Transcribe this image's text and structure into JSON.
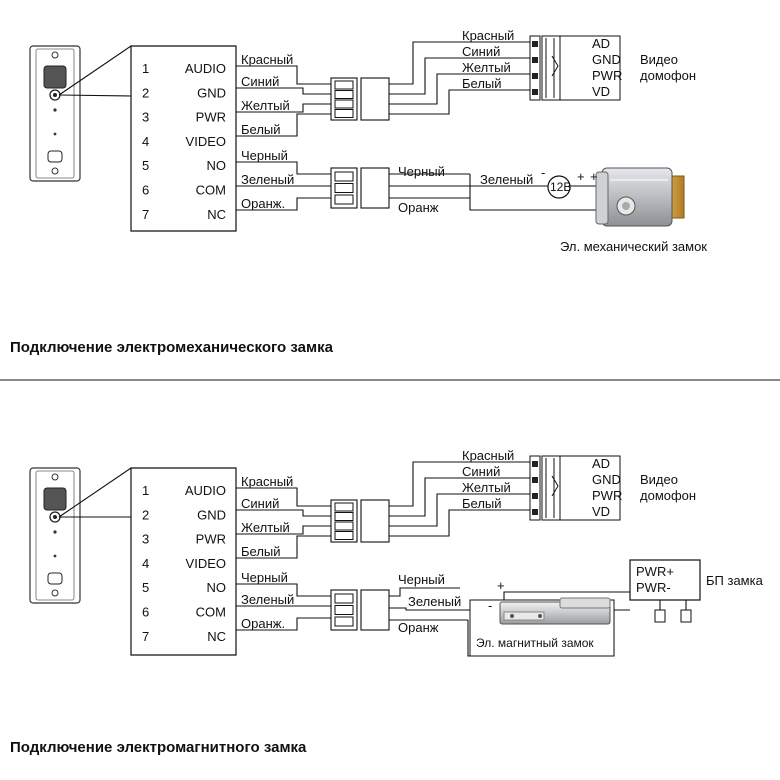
{
  "section1": {
    "title": "Подключение электромеханического замка",
    "terminals": [
      {
        "num": "1",
        "name": "AUDIO",
        "wire": "Красный"
      },
      {
        "num": "2",
        "name": "GND",
        "wire": "Синий"
      },
      {
        "num": "3",
        "name": "PWR",
        "wire": "Желтый"
      },
      {
        "num": "4",
        "name": "VIDEO",
        "wire": "Белый"
      },
      {
        "num": "5",
        "name": "NO",
        "wire": "Черный"
      },
      {
        "num": "6",
        "name": "COM",
        "wire": "Зеленый"
      },
      {
        "num": "7",
        "name": "NC",
        "wire": "Оранж."
      }
    ],
    "monitor_wires": [
      "Красный",
      "Синий",
      "Желтый",
      "Белый"
    ],
    "monitor_pins": [
      "AD",
      "GND",
      "PWR",
      "VD"
    ],
    "monitor_label_1": "Видео",
    "monitor_label_2": "домофон",
    "lock_wire_black": "Черный",
    "lock_wire_green": "Зеленый",
    "lock_wire_orange": "Оранж",
    "voltage": "12B",
    "plus": "+",
    "minus": "-",
    "lock_label": "Эл. механический замок"
  },
  "section2": {
    "title": "Подключение электромагнитного замка",
    "terminals": [
      {
        "num": "1",
        "name": "AUDIO",
        "wire": "Красный"
      },
      {
        "num": "2",
        "name": "GND",
        "wire": "Синий"
      },
      {
        "num": "3",
        "name": "PWR",
        "wire": "Желтый"
      },
      {
        "num": "4",
        "name": "VIDEO",
        "wire": "Белый"
      },
      {
        "num": "5",
        "name": "NO",
        "wire": "Черный"
      },
      {
        "num": "6",
        "name": "COM",
        "wire": "Зеленый"
      },
      {
        "num": "7",
        "name": "NC",
        "wire": "Оранж."
      }
    ],
    "monitor_wires": [
      "Красный",
      "Синий",
      "Желтый",
      "Белый"
    ],
    "monitor_pins": [
      "AD",
      "GND",
      "PWR",
      "VD"
    ],
    "monitor_label_1": "Видео",
    "monitor_label_2": "домофон",
    "lock_wire_black": "Черный",
    "lock_wire_green": "Зеленый",
    "lock_wire_orange": "Оранж",
    "plus": "+",
    "minus": "-",
    "lock_label": "Эл. магнитный замок",
    "psu_pwr_plus": "PWR+",
    "psu_pwr_minus": "PWR-",
    "psu_label": "БП замка"
  }
}
